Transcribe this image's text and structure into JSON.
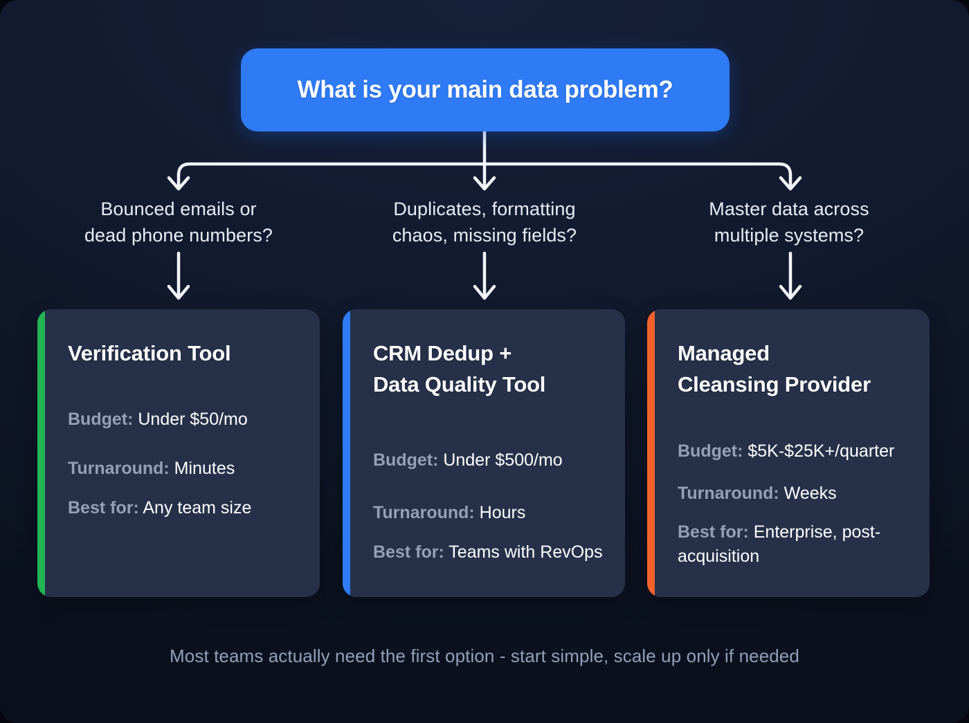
{
  "meta": {
    "title": "What is your main data problem?"
  },
  "root": {
    "question": "What is your main data problem?",
    "color": "#2f7bf5"
  },
  "branches": [
    {
      "line1": "Bounced emails or",
      "line2": "dead phone numbers?"
    },
    {
      "line1": "Duplicates, formatting",
      "line2": "chaos, missing fields?"
    },
    {
      "line1": "Master data across",
      "line2": "multiple systems?"
    }
  ],
  "cards": [
    {
      "title_line1": "Verification Tool",
      "title_line2": "",
      "accent": "#22b455",
      "specs": [
        {
          "key": "Budget:",
          "value": " Under $50/mo"
        },
        {
          "key": "Turnaround:",
          "value": " Minutes"
        },
        {
          "key": "Best for:",
          "value": " Any team size"
        }
      ]
    },
    {
      "title_line1": "CRM Dedup +",
      "title_line2": "Data Quality Tool",
      "accent": "#2f7bf5",
      "specs": [
        {
          "key": "Budget:",
          "value": " Under $500/mo"
        },
        {
          "key": "Turnaround:",
          "value": " Hours"
        },
        {
          "key": "Best for:",
          "value": " Teams with RevOps"
        }
      ]
    },
    {
      "title_line1": "Managed",
      "title_line2": "Cleansing Provider",
      "accent": "#f4622c",
      "specs": [
        {
          "key": "Budget:",
          "value": " $5K-$25K+/quarter"
        },
        {
          "key": "Turnaround:",
          "value": " Weeks"
        },
        {
          "key": "Best for:",
          "value": " Enterprise, post-acquisition"
        }
      ]
    }
  ],
  "footer": {
    "note": "Most teams actually need the first option - start simple, scale up only if needed"
  },
  "palette": {
    "background_top": "#16203a",
    "background_bottom": "#0a101c",
    "card_background": "#263149",
    "connector": "#f2f5fa",
    "label_text": "#e8edf6",
    "spec_key": "#95a0b6",
    "footer_text": "#93a0b8"
  }
}
